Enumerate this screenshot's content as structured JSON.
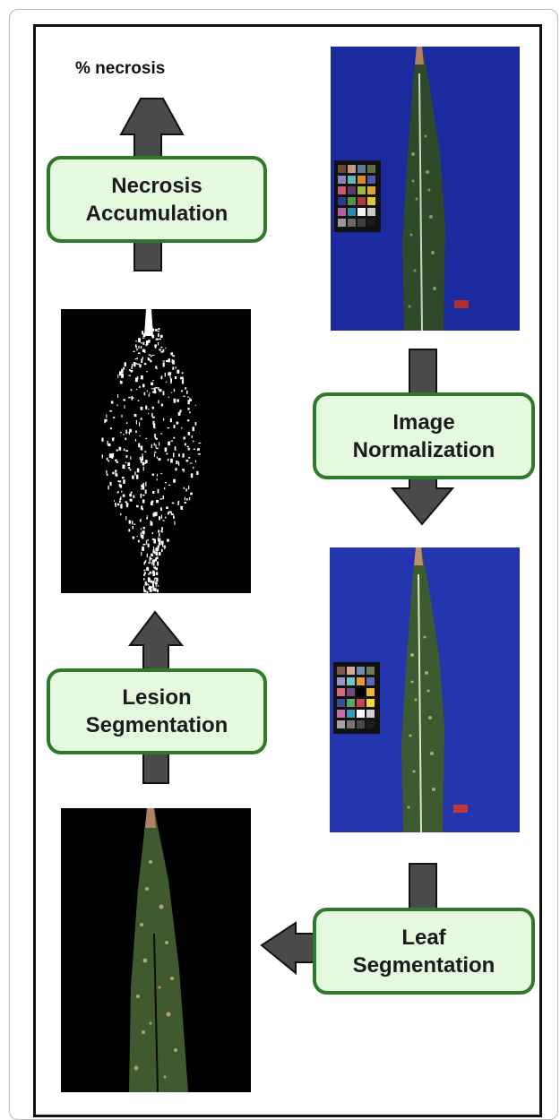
{
  "output": {
    "label": "% necrosis"
  },
  "steps": {
    "necrosis_accumulation": {
      "line1": "Necrosis",
      "line2": "Accumulation"
    },
    "image_normalization": {
      "line1": "Image",
      "line2": "Normalization"
    },
    "lesion_segmentation": {
      "line1": "Lesion",
      "line2": "Segmentation"
    },
    "leaf_segmentation": {
      "line1": "Leaf",
      "line2": "Segmentation"
    }
  },
  "colors": {
    "box_fill": "#e4f9dd",
    "box_border": "#2c7a2a",
    "arrow_fill": "#4a4a4a",
    "arrow_stroke": "#111111",
    "photo_background": "#1c2aa0",
    "mask_background": "#000000"
  }
}
